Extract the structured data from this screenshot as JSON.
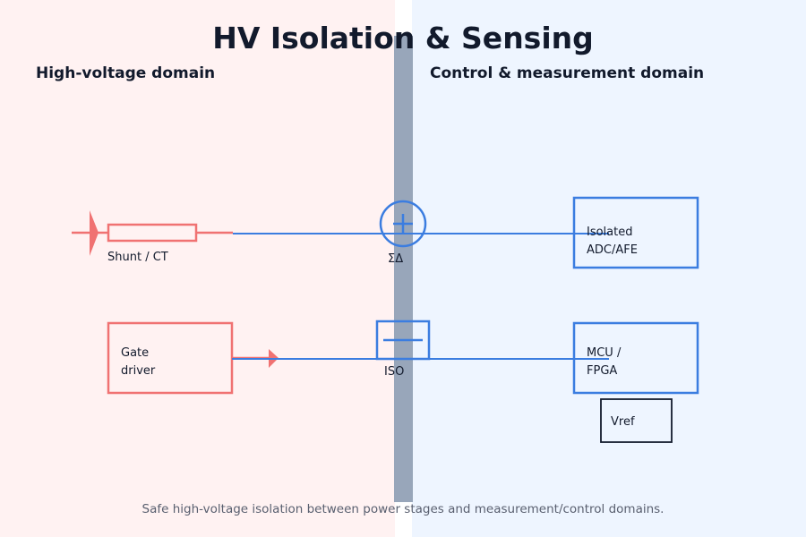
{
  "title": "HV Isolation & Sensing",
  "domains": {
    "hv": "High-voltage domain",
    "control": "Control & measurement domain"
  },
  "components": {
    "shunt": "Shunt / CT",
    "sigma_delta": "ΣΔ",
    "adc_line1": "Isolated",
    "adc_line2": "ADC/AFE",
    "gate_line1": "Gate",
    "gate_line2": "driver",
    "iso": "ISO",
    "mcu_line1": "MCU /",
    "mcu_line2": "FPGA",
    "vref": "Vref"
  },
  "caption": "Safe high-voltage isolation between power stages and measurement/control domains.",
  "colors": {
    "hv_bg": "#fff2f2",
    "control_bg": "#eef5ff",
    "barrier": "#98a6ba",
    "hv_stroke": "#f07272",
    "control_stroke": "#3b7de0",
    "text_dark": "#121a2c",
    "caption_text": "#5a6070"
  }
}
